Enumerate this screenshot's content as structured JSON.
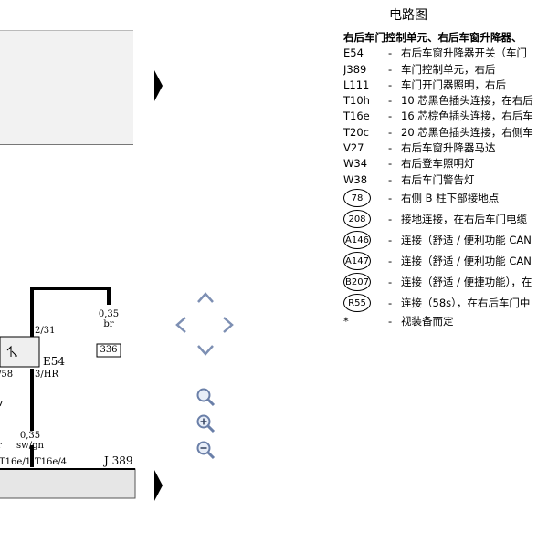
{
  "page_title": "电路图",
  "legend": {
    "heading": "右后车门控制单元、右后车窗升降器、",
    "items": [
      {
        "code": "E54",
        "dash": "-",
        "desc": "右后车窗升降器开关（车门"
      },
      {
        "code": "J389",
        "dash": "-",
        "desc": "车门控制单元，右后"
      },
      {
        "code": "L111",
        "dash": "-",
        "desc": "车门开门器照明，右后"
      },
      {
        "code": "T10h",
        "dash": "-",
        "desc": "10 芯黑色插头连接，在右后"
      },
      {
        "code": "T16e",
        "dash": "-",
        "desc": "16 芯棕色插头连接，右后车"
      },
      {
        "code": "T20c",
        "dash": "-",
        "desc": "20 芯黑色插头连接，右侧车"
      },
      {
        "code": "V27",
        "dash": "-",
        "desc": "右后车窗升降器马达"
      },
      {
        "code": "W34",
        "dash": "-",
        "desc": "右后登车照明灯"
      },
      {
        "code": "W38",
        "dash": "-",
        "desc": "右后车门警告灯"
      }
    ],
    "circled": [
      {
        "code": "78",
        "dash": "-",
        "desc": "右侧 B 柱下部接地点"
      },
      {
        "code": "208",
        "dash": "-",
        "desc": "接地连接，在右后车门电缆"
      },
      {
        "code": "A146",
        "dash": "-",
        "desc": "连接（舒适 / 便利功能 CAN"
      },
      {
        "code": "A147",
        "dash": "-",
        "desc": "连接（舒适 / 便利功能 CAN"
      },
      {
        "code": "B207",
        "dash": "-",
        "desc": "连接（舒适 / 便捷功能），在"
      },
      {
        "code": "R55",
        "dash": "-",
        "desc": "连接（58s），在右后车门中"
      }
    ],
    "footnote": {
      "code": "*",
      "dash": "-",
      "desc": "视装备而定"
    }
  },
  "diagram": {
    "wire_top_gauge": "0,35",
    "wire_top_color": "br",
    "connector_336": "336",
    "pin_2_31": "2/31",
    "pin_58": "/58",
    "pin_3_hr": "3/HR",
    "component_e54": "E54",
    "wire_bottom_gauge": "0,35",
    "wire_bottom_color": "sw/gn",
    "left_partial_color": "r",
    "t16e1": "T16e/1",
    "t16e4": "T16e/4",
    "component_j389": "J 389"
  },
  "nav": {
    "up": "chevron-up-icon",
    "left": "chevron-left-icon",
    "right": "chevron-right-icon",
    "down": "chevron-down-icon",
    "zoom_reset": "zoom-icon",
    "zoom_in": "zoom-in-icon",
    "zoom_out": "zoom-out-icon"
  }
}
